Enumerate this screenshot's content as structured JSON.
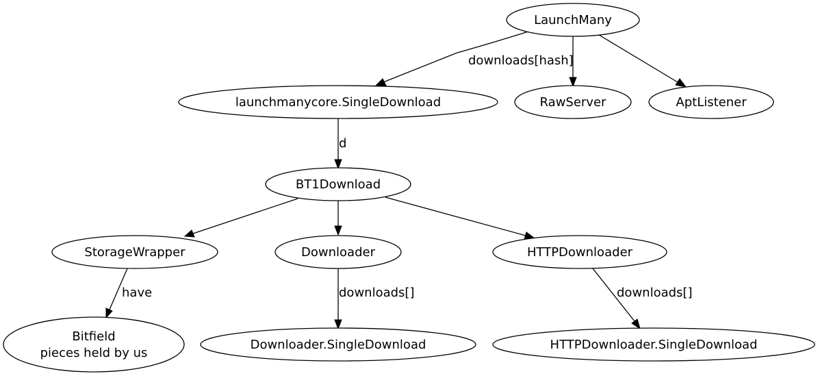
{
  "nodes": {
    "launchmany": {
      "label": "LaunchMany"
    },
    "lmc_single_download": {
      "label": "launchmanycore.SingleDownload"
    },
    "rawserver": {
      "label": "RawServer"
    },
    "aptlistener": {
      "label": "AptListener"
    },
    "bt1download": {
      "label": "BT1Download"
    },
    "storagewrapper": {
      "label": "StorageWrapper"
    },
    "downloader": {
      "label": "Downloader"
    },
    "httpdownloader": {
      "label": "HTTPDownloader"
    },
    "bitfield": {
      "label_line1": "Bitfield",
      "label_line2": "pieces held by us"
    },
    "downloader_single": {
      "label": "Downloader.SingleDownload"
    },
    "httpdownloader_single": {
      "label": "HTTPDownloader.SingleDownload"
    }
  },
  "edges": {
    "launchmany_to_lmc": {
      "label": "downloads[hash]"
    },
    "launchmany_to_rawserver": {
      "label": ""
    },
    "launchmany_to_aptlistener": {
      "label": ""
    },
    "lmc_to_bt1": {
      "label": "d"
    },
    "bt1_to_storagewrapper": {
      "label": ""
    },
    "bt1_to_downloader": {
      "label": ""
    },
    "bt1_to_httpdownloader": {
      "label": ""
    },
    "storagewrapper_to_bitfield": {
      "label": "have"
    },
    "downloader_to_single": {
      "label": "downloads[]"
    },
    "httpdownloader_to_single": {
      "label": "downloads[]"
    }
  }
}
